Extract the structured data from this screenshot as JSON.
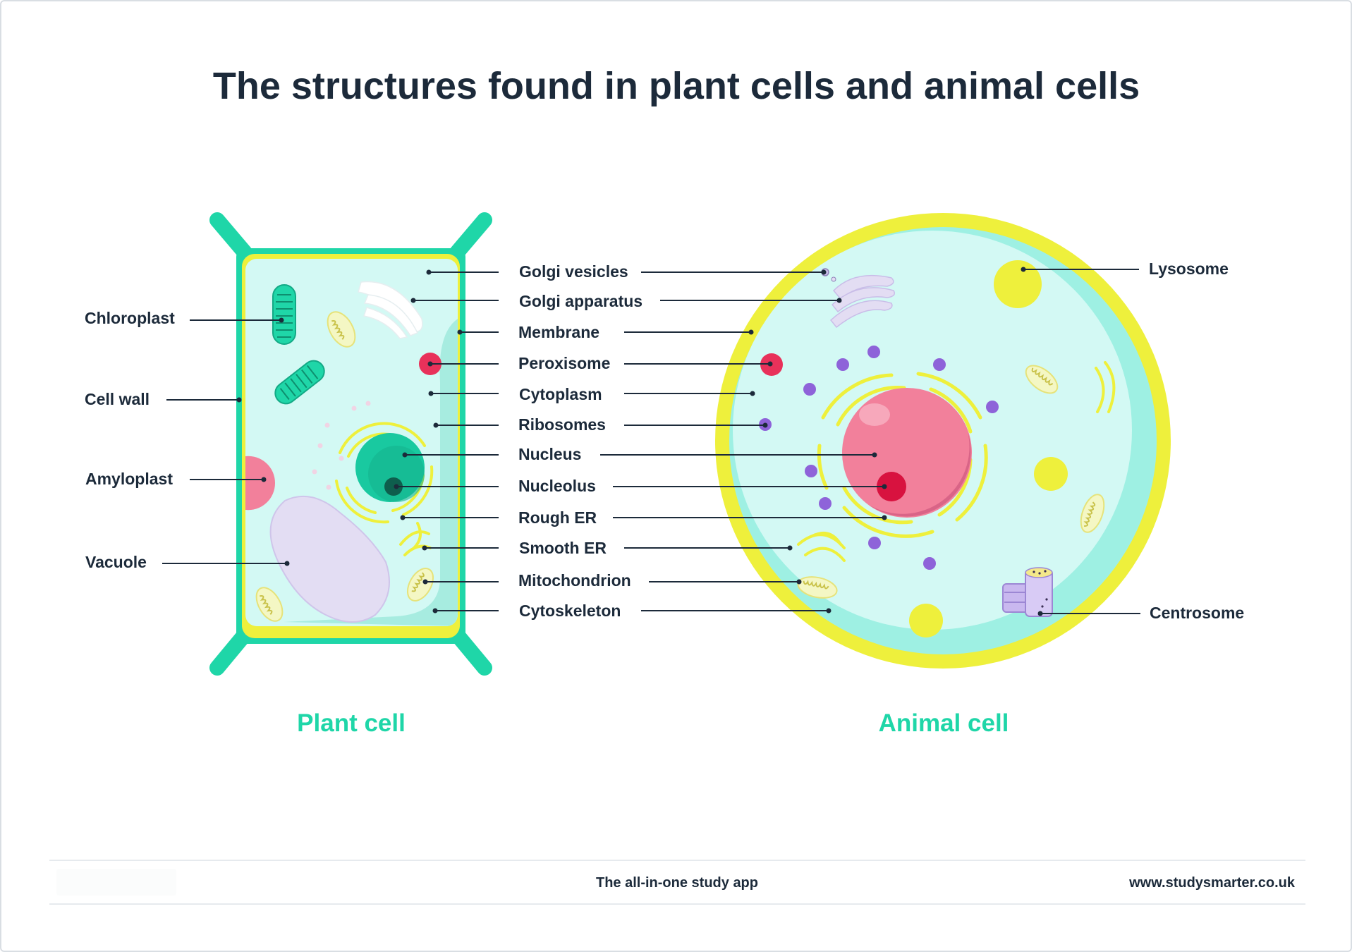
{
  "title": "The structures found in plant cells and animal cells",
  "diagram": {
    "plant_cell_caption": "Plant cell",
    "animal_cell_caption": "Animal cell",
    "plant_left_labels": {
      "chloroplast": "Chloroplast",
      "cell_wall": "Cell wall",
      "amyloplast": "Amyloplast",
      "vacuole": "Vacuole"
    },
    "shared_labels": {
      "golgi_vesicles": "Golgi vesicles",
      "golgi_apparatus": "Golgi apparatus",
      "membrane": "Membrane",
      "peroxisome": "Peroxisome",
      "cytoplasm": "Cytoplasm",
      "ribosomes": "Ribosomes",
      "nucleus": "Nucleus",
      "nucleolus": "Nucleolus",
      "rough_er": "Rough ER",
      "smooth_er": "Smooth ER",
      "mitochondrion": "Mitochondrion",
      "cytoskeleton": "Cytoskeleton"
    },
    "animal_right_labels": {
      "lysosome": "Lysosome",
      "centrosome": "Centrosome"
    }
  },
  "footer": {
    "tagline": "The all-in-one study app",
    "website": "www.studysmarter.co.uk"
  },
  "colors": {
    "title_text": "#1c2a3a",
    "cell_caption": "#1fd6a8",
    "cell_wall": "#1fd6a8",
    "membrane_yellow": "#eef03c",
    "cytoplasm_fill": "#d3f9f4",
    "animal_outer": "#9ef0e3",
    "nucleus_plant": "#19c9a0",
    "nucleus_animal": "#f2809b",
    "nucleolus_animal": "#d8123f",
    "peroxisome": "#e8315a",
    "vacuole": "#e3ddf3",
    "amyloplast": "#f2809b",
    "ribosome": "#8e63d9",
    "lysosome": "#eef03c"
  }
}
